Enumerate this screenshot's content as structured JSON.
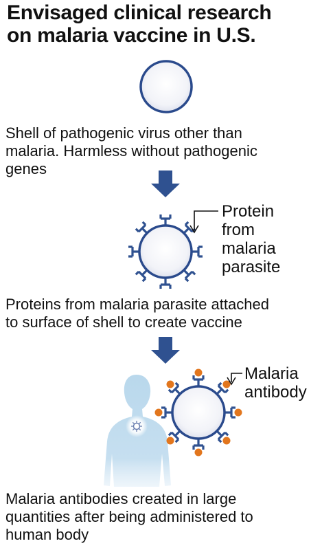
{
  "title": {
    "line1": "Envisaged clinical research",
    "line2": "on malaria vaccine in U.S."
  },
  "steps": [
    {
      "caption_lines": [
        "Shell of pathogenic virus other than",
        "malaria. Harmless without pathogenic",
        "genes"
      ]
    },
    {
      "label_lines": [
        "Protein",
        "from",
        "malaria",
        "parasite"
      ],
      "caption_lines": [
        "Proteins from malaria parasite attached",
        "to surface of shell to create vaccine"
      ]
    },
    {
      "label_lines": [
        "Malaria",
        "antibody"
      ],
      "caption_lines": [
        "Malaria antibodies created in large",
        "quantities after being administered to",
        "human body"
      ]
    }
  ],
  "colors": {
    "shell_stroke": "#2a4a8c",
    "shell_fill": "#f5f6fa",
    "arrow": "#2f5190",
    "protein": "#2f5190",
    "antibody": "#e2761d",
    "body_silhouette": "#b9d8ec"
  },
  "icons": {
    "arrow": "down-arrow-icon",
    "virus": "virus-shell-icon",
    "body": "human-body-icon"
  }
}
